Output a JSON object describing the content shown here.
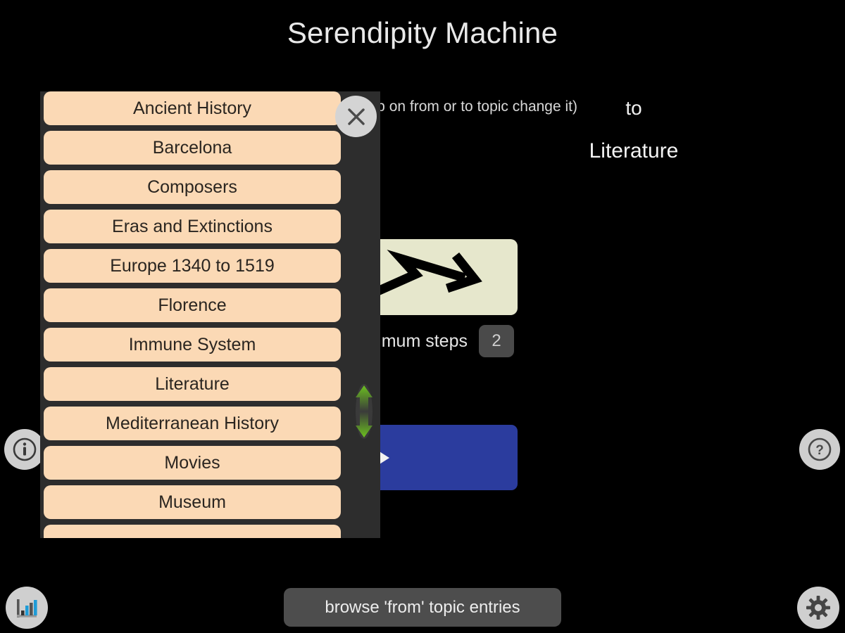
{
  "app": {
    "title": "Serendipity Machine"
  },
  "background": {
    "hint_text": "(tap on from or to topic change it)",
    "to_label": "to",
    "to_topic": "Literature"
  },
  "arrow_panel": {
    "icon": "zigzag-arrow-icon",
    "panel_color": "#e6e7cc",
    "arrow_color": "#000000"
  },
  "steps": {
    "label": "maximum steps",
    "value": "2",
    "badge_color": "#4a4a4a"
  },
  "play": {
    "icon": "play-triangle-icon",
    "color": "#2b3c9e"
  },
  "dropdown": {
    "panel_color": "#2d2d2d",
    "item_color": "#fbd9b5",
    "close_icon": "close-x-icon",
    "scroll_icon": "scroll-up-down-icon",
    "scroll_arrow_color": "#6cc020",
    "items": [
      {
        "label": "Ancient History"
      },
      {
        "label": "Barcelona"
      },
      {
        "label": "Composers"
      },
      {
        "label": "Eras and Extinctions"
      },
      {
        "label": "Europe 1340 to 1519"
      },
      {
        "label": "Florence"
      },
      {
        "label": "Immune System"
      },
      {
        "label": "Literature"
      },
      {
        "label": "Mediterranean History"
      },
      {
        "label": "Movies"
      },
      {
        "label": "Museum"
      },
      {
        "label": ""
      }
    ]
  },
  "edge_buttons": {
    "info": {
      "icon": "info-circle-icon"
    },
    "help": {
      "icon": "help-circle-icon"
    },
    "stats": {
      "icon": "bar-chart-icon"
    },
    "settings": {
      "icon": "gear-icon"
    }
  },
  "bottom_bar": {
    "browse_label": "browse 'from' topic entries"
  }
}
